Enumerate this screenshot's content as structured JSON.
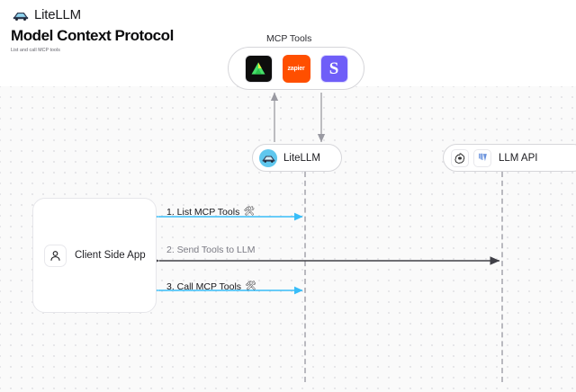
{
  "header": {
    "brand_name": "LiteLLM",
    "brand_icon": "litellm-logo-icon",
    "title": "Model Context Protocol",
    "subtitle": "List and call MCP tools"
  },
  "diagram": {
    "mcp_group": {
      "label": "MCP Tools",
      "tools": [
        {
          "name": "triangle-dark-tool-icon",
          "text": "",
          "bg": "#0d0d0d"
        },
        {
          "name": "zapier-tool-icon",
          "text": "zapier",
          "bg": "#ff4f00"
        },
        {
          "name": "slack-tool-icon",
          "text": "S",
          "bg": "#6f5ef8"
        }
      ]
    },
    "nodes": {
      "litellm": {
        "label": "LiteLLM",
        "icon": "litellm-avatar-icon"
      },
      "llm_api": {
        "label": "LLM API",
        "icons": [
          "openai-icon",
          "vllm-icon"
        ]
      },
      "client": {
        "label": "Client Side App",
        "icon": "user-icon"
      }
    },
    "steps": [
      {
        "number": "1.",
        "label": "1. List MCP Tools",
        "tool_glyph": "🛠",
        "color": "#38bdf8",
        "direction": "bidirectional"
      },
      {
        "number": "2.",
        "label": "2. Send Tools to LLM",
        "tool_glyph": "",
        "color": "#3f3f46",
        "direction": "left"
      },
      {
        "number": "3.",
        "label": "3. Call MCP Tools",
        "tool_glyph": "🛠",
        "color": "#38bdf8",
        "direction": "bidirectional"
      }
    ]
  },
  "colors": {
    "accent_blue": "#38bdf8",
    "dark_arrow": "#3f3f46",
    "lifeline": "#b9b9bf",
    "canvas_bg": "#fafafa"
  }
}
